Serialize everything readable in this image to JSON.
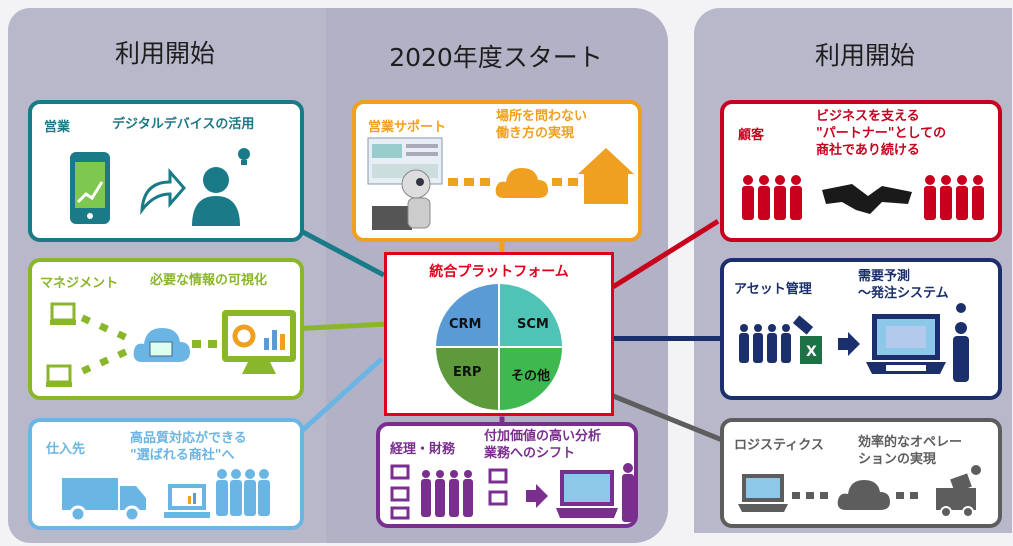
{
  "headers": {
    "left": "利用開始",
    "center": "2020年度スタート",
    "right": "利用開始"
  },
  "center_box": {
    "title": "統合プラットフォーム",
    "quadrants": [
      "CRM",
      "SCM",
      "ERP",
      "その他"
    ],
    "colors": [
      "#5b9bd5",
      "#4fc3b5",
      "#5c9a3c",
      "#3fb84f"
    ]
  },
  "cards": {
    "sales": {
      "tag": "営業",
      "desc": "デジタルデバイスの活用",
      "color": "#1a7a87"
    },
    "sales_support": {
      "tag": "営業サポート",
      "desc": "場所を問わない\n働き方の実現",
      "color": "#f0a020"
    },
    "customer": {
      "tag": "顧客",
      "desc": "ビジネスを支える\n\"パートナー\"としての\n商社であり続ける",
      "color": "#c8001e"
    },
    "management": {
      "tag": "マネジメント",
      "desc": "必要な情報の可視化",
      "color": "#8ab62a"
    },
    "asset": {
      "tag": "アセット管理",
      "desc": "需要予測\n〜発注システム",
      "color": "#1a2f6b"
    },
    "supplier": {
      "tag": "仕入先",
      "desc": "高品質対応ができる\n\"選ばれる商社\"へ",
      "color": "#6bb5e5"
    },
    "accounting": {
      "tag": "経理・財務",
      "desc": "付加価値の高い分析\n業務へのシフト",
      "color": "#7a2f8f"
    },
    "logistics": {
      "tag": "ロジスティクス",
      "desc": "効率的なオペレー\nションの実現",
      "color": "#5d5d5d"
    }
  }
}
